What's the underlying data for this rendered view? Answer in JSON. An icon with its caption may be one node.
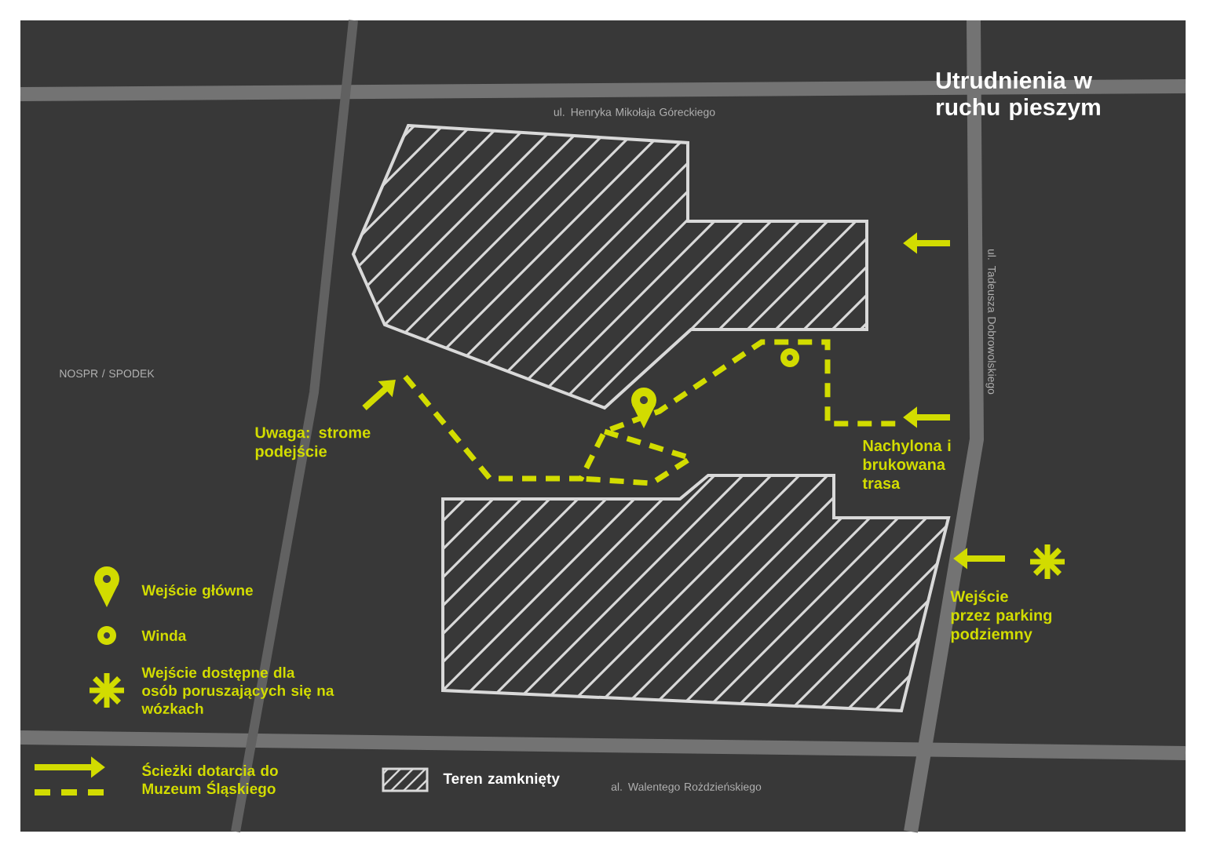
{
  "diagram": {
    "title": "Utrudnienia w ruchu pieszym",
    "labels": [
      "ul. Henryka Mikołaja Góreckiego",
      "NOSPR / SPODEK",
      "ul. Tadeusza Dobrowolskiego",
      "Uwaga: strome podejście",
      "Nachylona i brukowana trasa",
      "Wejście przez parking podziemny",
      "al. Walentego Rożdzieńskiego"
    ],
    "legend": [
      {
        "text": "Wejście główne"
      },
      {
        "text": "Winda"
      },
      {
        "text": "Wejście dostępne dla osób poruszających się na wózkach"
      },
      {
        "text": "Ścieżki dotarcia do Muzeum Śląskiego"
      },
      {
        "text": "Teren zamknięty"
      }
    ]
  }
}
